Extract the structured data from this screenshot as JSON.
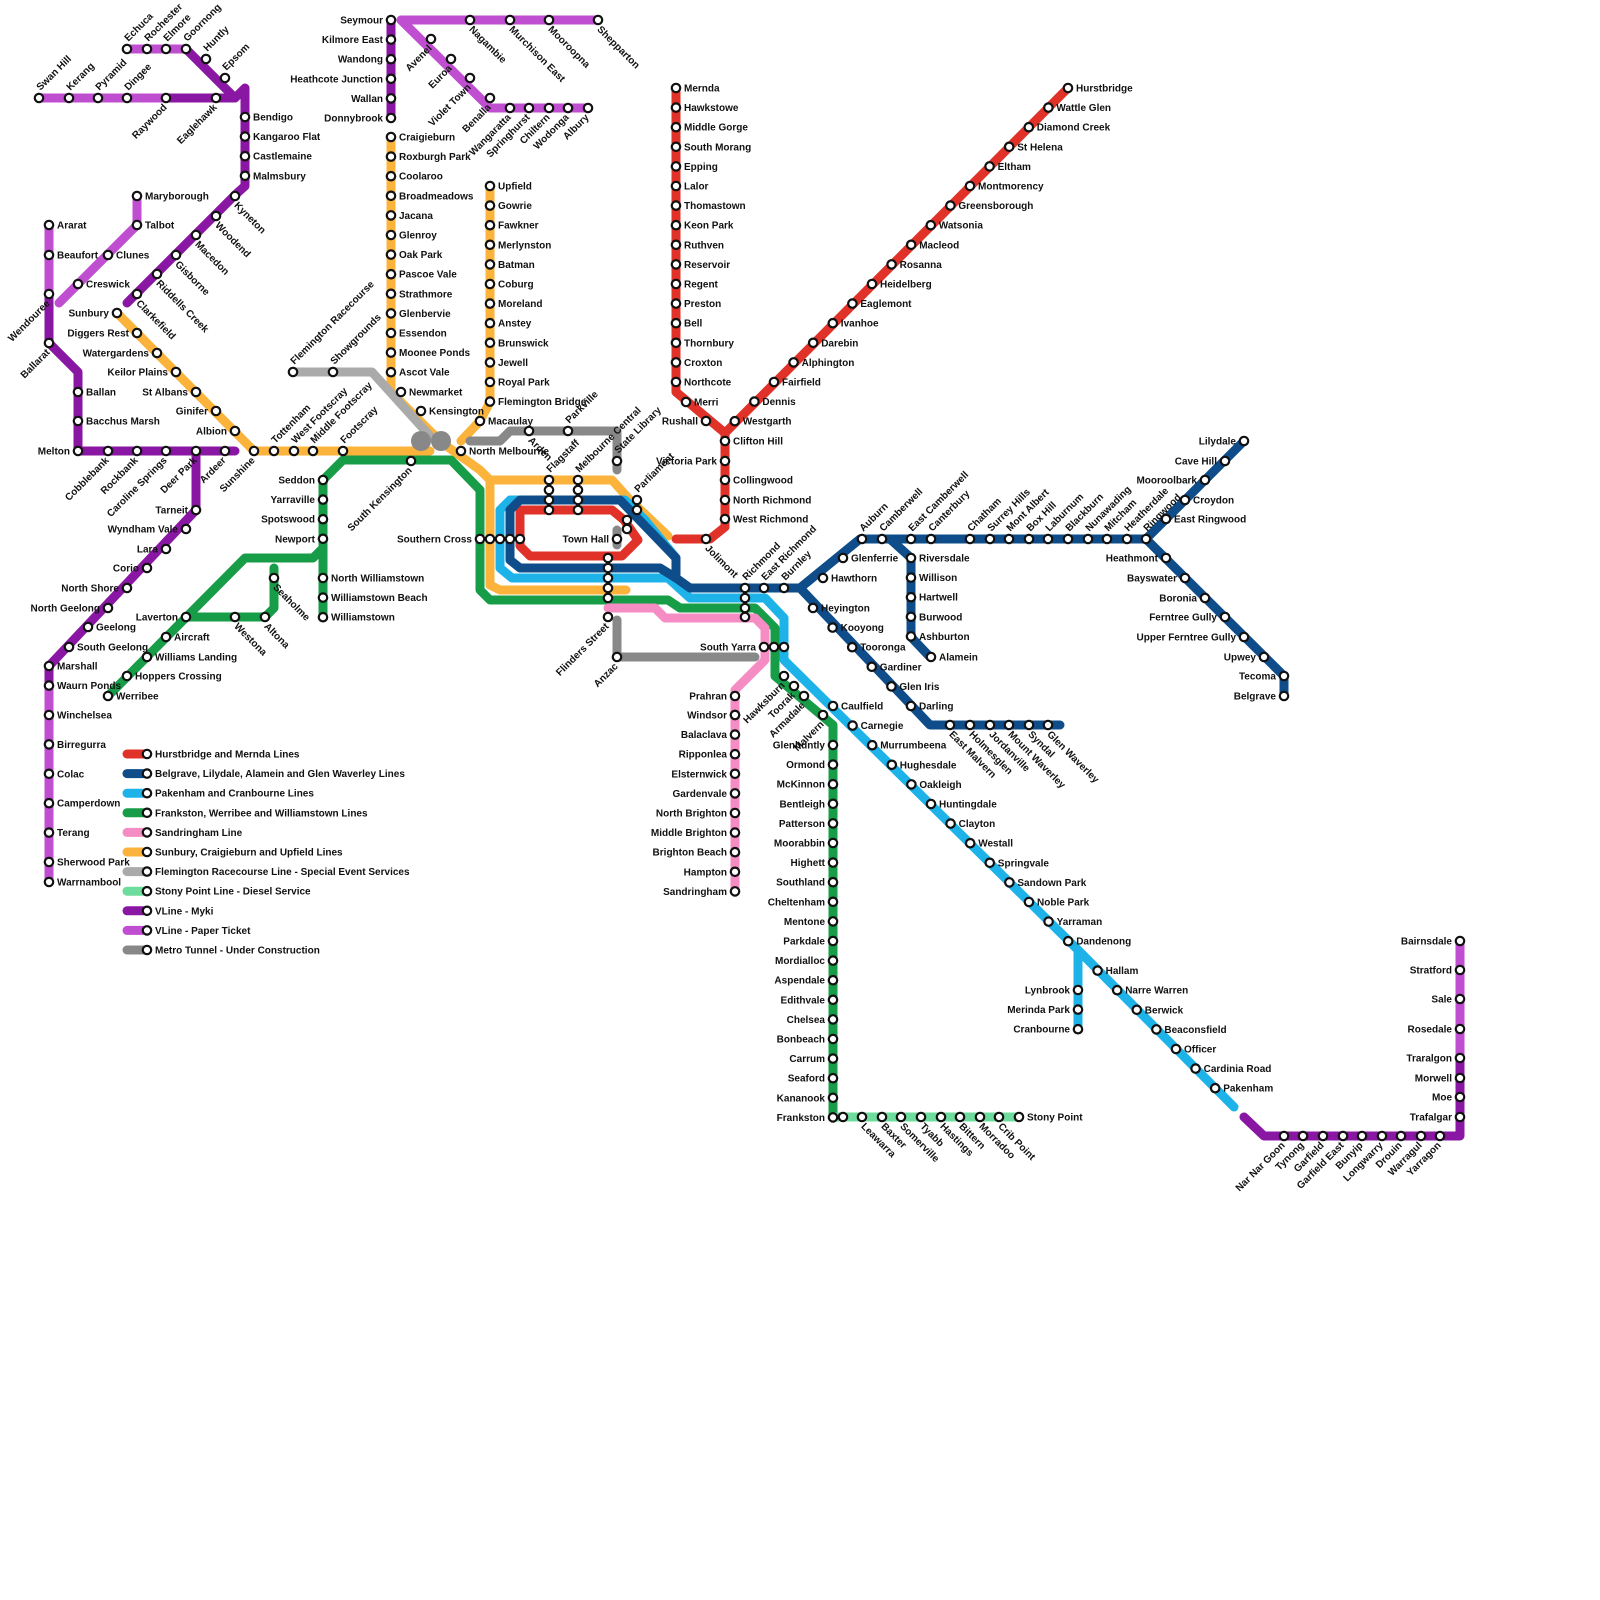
{
  "colors": {
    "red": "#e03228",
    "navy": "#0f4c8a",
    "cyan": "#1eb3e8",
    "green": "#179c48",
    "pink": "#f58cc4",
    "yellow": "#fbb33b",
    "lightgrey": "#aaaaaa",
    "lightgreen": "#6edc9c",
    "purple": "#8a17a3",
    "violet": "#c04ed1",
    "grey": "#888888"
  },
  "legend": [
    {
      "color": "red",
      "label": "Hurstbridge and Mernda Lines"
    },
    {
      "color": "navy",
      "label": "Belgrave, Lilydale, Alamein and Glen Waverley Lines"
    },
    {
      "color": "cyan",
      "label": "Pakenham and Cranbourne Lines"
    },
    {
      "color": "green",
      "label": "Frankston, Werribee and Williamstown Lines"
    },
    {
      "color": "pink",
      "label": "Sandringham Line"
    },
    {
      "color": "yellow",
      "label": "Sunbury, Craigieburn and Upfield Lines"
    },
    {
      "color": "lightgrey",
      "label": "Flemington Racecourse Line - Special Event Services"
    },
    {
      "color": "lightgreen",
      "label": "Stony Point Line - Diesel Service"
    },
    {
      "color": "purple",
      "label": "VLine - Myki"
    },
    {
      "color": "violet",
      "label": "VLine - Paper Ticket"
    },
    {
      "color": "grey",
      "label": "Metro Tunnel - Under Construction"
    }
  ],
  "stations": {
    "mernda": [
      "Mernda",
      "Hawkstowe",
      "Middle Gorge",
      "South Morang",
      "Epping",
      "Lalor",
      "Thomastown",
      "Keon Park",
      "Ruthven",
      "Reservoir",
      "Regent",
      "Preston",
      "Bell",
      "Thornbury",
      "Croxton",
      "Northcote",
      "Merri"
    ],
    "mernda_extra": [
      "Rushall",
      "Clifton Hill",
      "Victoria Park",
      "Collingwood",
      "North Richmond",
      "West Richmond",
      "Jolimont"
    ],
    "hurstbridge_right": [
      "Hurstbridge",
      "Wattle Glen",
      "Diamond Creek",
      "St Helena",
      "Eltham",
      "Montmorency",
      "Greensborough",
      "Watsonia",
      "Macleod",
      "Rosanna",
      "Heidelberg",
      "Eaglemont",
      "Ivanhoe",
      "Darebin",
      "Alphington",
      "Fairfield",
      "Dennis",
      "Westgarth"
    ],
    "upfield": [
      "Upfield",
      "Gowrie",
      "Fawkner",
      "Merlynston",
      "Batman",
      "Coburg",
      "Moreland",
      "Anstey",
      "Brunswick",
      "Jewell",
      "Royal Park",
      "Flemington Bridge",
      "Macaulay"
    ],
    "craigieburn_right": [
      "Craigieburn",
      "Roxburgh Park",
      "Coolaroo",
      "Broadmeadows",
      "Jacana",
      "Glenroy",
      "Oak Park",
      "Pascoe Vale",
      "Strathmore",
      "Glenbervie",
      "Essendon",
      "Moonee Ponds",
      "Ascot Vale",
      "Newmarket",
      "Kensington"
    ],
    "seymour_left": [
      "Seymour",
      "Kilmore East",
      "Wandong",
      "Heathcote Junction",
      "Wallan",
      "Donnybrook"
    ],
    "shepparton_top": [
      "Nagambie",
      "Murchison East",
      "Mooroopna",
      "Shepparton"
    ],
    "albury_line": [
      "Avenel",
      "Euroa",
      "Violet Town",
      "Benalla",
      "Wangaratta",
      "Springhurst",
      "Chiltern",
      "Wodonga",
      "Albury"
    ],
    "bendigo_right": [
      "Bendigo",
      "Kangaroo Flat",
      "Castlemaine",
      "Malmsbury"
    ],
    "swanhill": [
      "Swan Hill",
      "Kerang",
      "Pyramid",
      "Dingee",
      "Raywood",
      "Eaglehawk"
    ],
    "echuca": [
      "Echuca",
      "Rochester",
      "Elmore",
      "Goornong",
      "Huntly",
      "Epsom"
    ],
    "bendigo_diag": [
      "Kyneton",
      "Woodend",
      "Macedon",
      "Gisborne",
      "Riddells Creek",
      "Clarkefield"
    ],
    "ararat_right": [
      "Ararat",
      "Beaufort",
      "Maryborough",
      "Talbot",
      "Clunes",
      "Creswick"
    ],
    "ballarat_left": [
      "Wendouree",
      "Ballarat"
    ],
    "ballarat_line": [
      "Ballan",
      "Bacchus Marsh"
    ],
    "melton_row": [
      "Melton",
      "Cobblebank",
      "Rockbank",
      "Caroline Springs",
      "Deer Park",
      "Ardeer",
      "Sunshine"
    ],
    "sunbury_left": [
      "Sunbury",
      "Diggers Rest",
      "Watergardens",
      "Keilor Plains",
      "St Albans",
      "Ginifer",
      "Albion"
    ],
    "west_row": [
      "Tottenham",
      "West Footscray",
      "Middle Footscray",
      "Footscray"
    ],
    "geelong_left": [
      "Tarneit",
      "Wyndham Vale",
      "Lara",
      "Corio",
      "North Shore",
      "North Geelong",
      "South Geelong"
    ],
    "geelong_right": [
      "Geelong",
      "Marshall",
      "Waurn Ponds",
      "Winchelsea",
      "Birregurra",
      "Colac",
      "Camperdown",
      "Terang",
      "Sherwood Park",
      "Warrnambool"
    ],
    "williamstown_left": [
      "Seddon",
      "Yarraville",
      "Spotswood",
      "Newport"
    ],
    "williamstown_right": [
      "North Williamstown",
      "Williamstown Beach",
      "Williamstown"
    ],
    "werribee": [
      "Laverton",
      "Aircraft",
      "Williams Landing",
      "Hoppers Crossing",
      "Werribee",
      "Westona",
      "Altona",
      "Seaholme"
    ],
    "flemington": [
      "Flemington Racecourse",
      "Showgrounds"
    ],
    "city": [
      "South Kensington",
      "North Melbourne",
      "Southern Cross",
      "Flagstaff",
      "Melbourne Central",
      "State Library",
      "Parliament",
      "Town Hall",
      "Flinders Street",
      "Parkville",
      "Arden",
      "Anzac"
    ],
    "richmond_row": [
      "Richmond",
      "East Richmond",
      "Burnley"
    ],
    "sandringham": [
      "Prahran",
      "Windsor",
      "Balaclava",
      "Ripponlea",
      "Elsternwick",
      "Gardenvale",
      "North Brighton",
      "Middle Brighton",
      "Brighton Beach",
      "Hampton",
      "Sandringham"
    ],
    "frankston": [
      "South Yarra",
      "Hawksburn",
      "Toorak",
      "Armadale",
      "Malvern",
      "Glenhuntly",
      "Ormond",
      "McKinnon",
      "Bentleigh",
      "Patterson",
      "Moorabbin",
      "Highett",
      "Southland",
      "Cheltenham",
      "Mentone",
      "Parkdale",
      "Mordialloc",
      "Aspendale",
      "Edithvale",
      "Chelsea",
      "Bonbeach",
      "Carrum",
      "Seaford",
      "Kananook",
      "Frankston"
    ],
    "stonypoint": [
      "Leawarra",
      "Baxter",
      "Somerville",
      "Tyabb",
      "Hastings",
      "Bittern",
      "Morradoo",
      "Crib Point",
      "Stony Point"
    ],
    "pakenham": [
      "Caulfield",
      "Carnegie",
      "Murrumbeena",
      "Hughesdale",
      "Oakleigh",
      "Huntingdale",
      "Clayton",
      "Westall",
      "Springvale",
      "Sandown Park",
      "Noble Park",
      "Yarraman",
      "Dandenong",
      "Hallam",
      "Narre Warren",
      "Berwick",
      "Beaconsfield",
      "Officer",
      "Cardinia Road",
      "Pakenham"
    ],
    "cranbourne": [
      "Lynbrook",
      "Merinda Park",
      "Cranbourne"
    ],
    "glenwaverley_diag": [
      "Heyington",
      "Kooyong",
      "Tooronga",
      "Gardiner",
      "Glen Iris",
      "Darling"
    ],
    "glenwaverley_row": [
      "East Malvern",
      "Holmesglen",
      "Jordanville",
      "Mount Waverley",
      "Syndal",
      "Glen Waverley"
    ],
    "belgrave_row": [
      "Hawthorn",
      "Glenferrie",
      "Auburn",
      "Camberwell",
      "East Camberwell",
      "Canterbury",
      "Chatham",
      "Surrey Hills",
      "Mont Albert",
      "Box Hill",
      "Laburnum",
      "Blackburn",
      "Nunawading",
      "Mitcham",
      "Heatherdale",
      "Ringwood"
    ],
    "alamein": [
      "Riversdale",
      "Willison",
      "Hartwell",
      "Burwood",
      "Ashburton",
      "Alamein"
    ],
    "lilydale": [
      "Lilydale",
      "Cave Hill",
      "Mooroolbark",
      "Croydon",
      "East Ringwood"
    ],
    "belgrave": [
      "Heathmont",
      "Bayswater",
      "Boronia",
      "Ferntree Gully",
      "Upper Ferntree Gully",
      "Upwey",
      "Tecoma",
      "Belgrave"
    ],
    "gippsland_right": [
      "Bairnsdale",
      "Stratford",
      "Sale",
      "Rosedale",
      "Traralgon",
      "Morwell",
      "Moe",
      "Trafalgar"
    ],
    "gippsland_bottom": [
      "Nar Nar Goon",
      "Tynong",
      "Garfield",
      "Garfield East",
      "Bunyip",
      "Longwarry",
      "Drouin",
      "Warragul",
      "Yarragon"
    ]
  }
}
